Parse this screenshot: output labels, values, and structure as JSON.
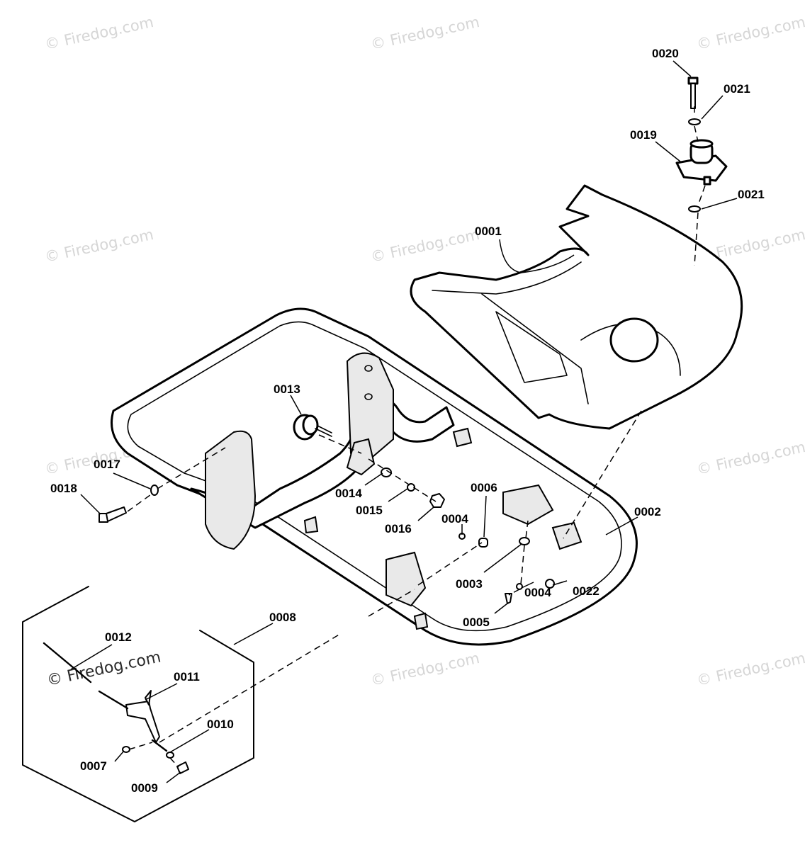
{
  "watermark": "© Firedog.com",
  "parts": [
    {
      "id": "0001",
      "label": "0001"
    },
    {
      "id": "0002",
      "label": "0002"
    },
    {
      "id": "0003",
      "label": "0003"
    },
    {
      "id": "0004a",
      "label": "0004"
    },
    {
      "id": "0004b",
      "label": "0004"
    },
    {
      "id": "0005",
      "label": "0005"
    },
    {
      "id": "0006",
      "label": "0006"
    },
    {
      "id": "0007",
      "label": "0007"
    },
    {
      "id": "0008",
      "label": "0008"
    },
    {
      "id": "0009",
      "label": "0009"
    },
    {
      "id": "0010",
      "label": "0010"
    },
    {
      "id": "0011",
      "label": "0011"
    },
    {
      "id": "0012",
      "label": "0012"
    },
    {
      "id": "0013",
      "label": "0013"
    },
    {
      "id": "0014",
      "label": "0014"
    },
    {
      "id": "0015",
      "label": "0015"
    },
    {
      "id": "0016",
      "label": "0016"
    },
    {
      "id": "0017",
      "label": "0017"
    },
    {
      "id": "0018",
      "label": "0018"
    },
    {
      "id": "0019",
      "label": "0019"
    },
    {
      "id": "0020",
      "label": "0020"
    },
    {
      "id": "0021a",
      "label": "0021"
    },
    {
      "id": "0021b",
      "label": "0021"
    },
    {
      "id": "0022",
      "label": "0022"
    }
  ]
}
